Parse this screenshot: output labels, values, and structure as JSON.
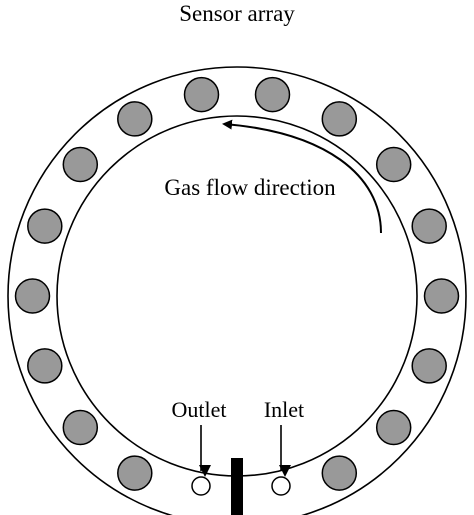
{
  "title": "Sensor array",
  "flow_label": "Gas flow direction",
  "outlet_label": "Outlet",
  "inlet_label": "Inlet",
  "sensor_count": 16,
  "colors": {
    "sensor_fill": "#999999",
    "stroke": "#000000",
    "background": "#ffffff"
  }
}
